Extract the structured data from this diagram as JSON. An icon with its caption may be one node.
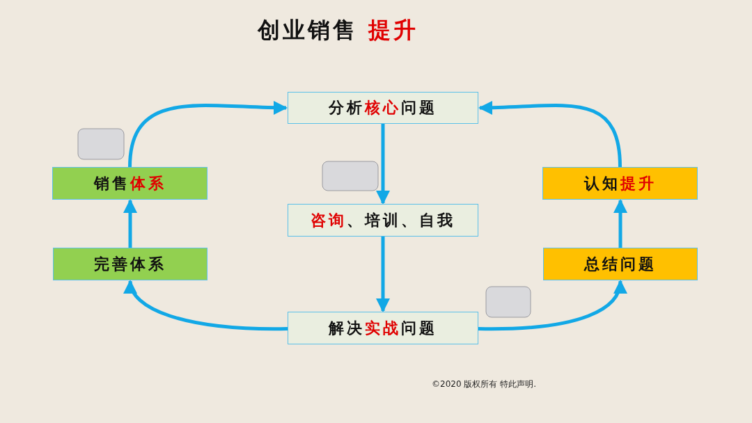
{
  "diagram": {
    "title": "创业销售 **提升**",
    "nodes": [
      {
        "text": [
          "分析**核心**问题"
        ]
      },
      {
        "text": [
          "销售**体系**"
        ]
      },
      {
        "text": [
          "认知**提升**"
        ]
      },
      {
        "text": [
          "**咨询**、培训、自我"
        ]
      },
      {
        "text": [
          "完善体系"
        ]
      },
      {
        "text": [
          "总结问题"
        ]
      },
      {
        "text": [
          "解决**实战**问题"
        ]
      }
    ],
    "edges": [
      {
        "from": 0,
        "to": 3,
        "arrow": "to"
      },
      {
        "from": 3,
        "to": 6,
        "arrow": "to"
      },
      {
        "from": 6,
        "to": 4,
        "arrow": "to"
      },
      {
        "from": 4,
        "to": 1,
        "arrow": "to"
      },
      {
        "from": 1,
        "to": 0,
        "arrow": "to"
      },
      {
        "from": 6,
        "to": 5,
        "arrow": "to"
      },
      {
        "from": 5,
        "to": 2,
        "arrow": "to"
      },
      {
        "from": 2,
        "to": 0,
        "arrow": "to"
      }
    ],
    "labels": [
      "©2020 版权所有 特此声明."
    ]
  }
}
